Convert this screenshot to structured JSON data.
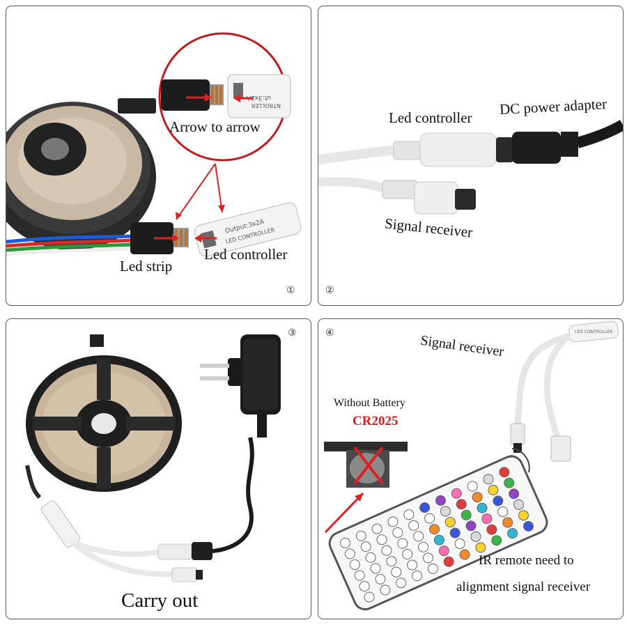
{
  "panel1": {
    "number": "①",
    "callout": "Arrow to arrow",
    "led_strip": "Led strip",
    "led_controller": "Led controller",
    "controller_output_text": "Output:3x2A",
    "controller_name_text": "LED CONTROLLER",
    "callout_output_text": "ut:3x2A",
    "callout_name_text": "NTROLLER"
  },
  "panel2": {
    "number": "②",
    "led_controller": "Led controller",
    "dc_adapter": "DC power adapter",
    "signal_receiver": "Signal receiver"
  },
  "panel3": {
    "number": "③",
    "caption": "Carry out"
  },
  "panel4": {
    "number": "④",
    "signal_receiver": "Signal receiver",
    "without_battery": "Without Battery",
    "battery_model": "CR2025",
    "ir_line1": "IR remote need to",
    "ir_line2": "alignment signal receiver",
    "receiver_text": "LED CONTROLLER"
  },
  "colors": {
    "arrow_red": "#e02020",
    "battery_red": "#d81e1e",
    "panel_border": "#555555"
  }
}
